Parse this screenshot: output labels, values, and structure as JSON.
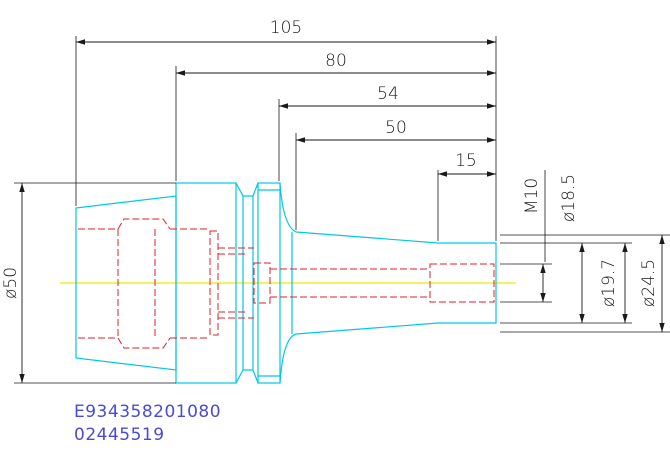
{
  "colors": {
    "dimension": "#1a1a1a",
    "outline": "#00c8e6",
    "hidden": "#e0202a",
    "centerline": "#f2e600",
    "label": "#4a4ad8"
  },
  "dimensions": {
    "len_105": "105",
    "len_80": "80",
    "len_54": "54",
    "len_50": "50",
    "len_15": "15",
    "thread": "M10",
    "dia_18_5": "ø18.5",
    "dia_19_7": "ø19.7",
    "dia_24_5": "ø24.5",
    "dia_50": "ø50"
  },
  "labels": {
    "part_number": "E934358201080",
    "item_code": "02445519"
  }
}
